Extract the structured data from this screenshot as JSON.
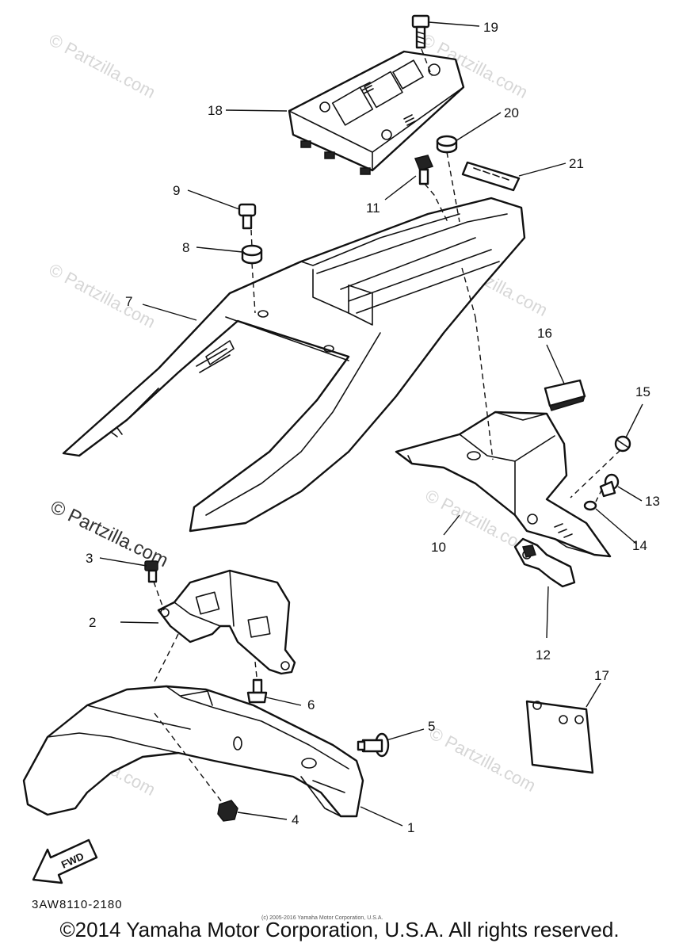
{
  "watermark": {
    "text": "© Partzilla.com",
    "dark_text": "© Partzilla.com"
  },
  "callouts": [
    "1",
    "2",
    "3",
    "4",
    "5",
    "6",
    "7",
    "8",
    "9",
    "10",
    "11",
    "12",
    "13",
    "14",
    "15",
    "16",
    "17",
    "18",
    "19",
    "20",
    "21"
  ],
  "fwd_label": "FWD",
  "diagram_code": "3AW8110-2180",
  "small_copyright": "(c) 2005-2016 Yamaha Motor Corporation, U.S.A.",
  "footer_copyright": "©2014 Yamaha Motor Corporation, U.S.A. All rights reserved."
}
